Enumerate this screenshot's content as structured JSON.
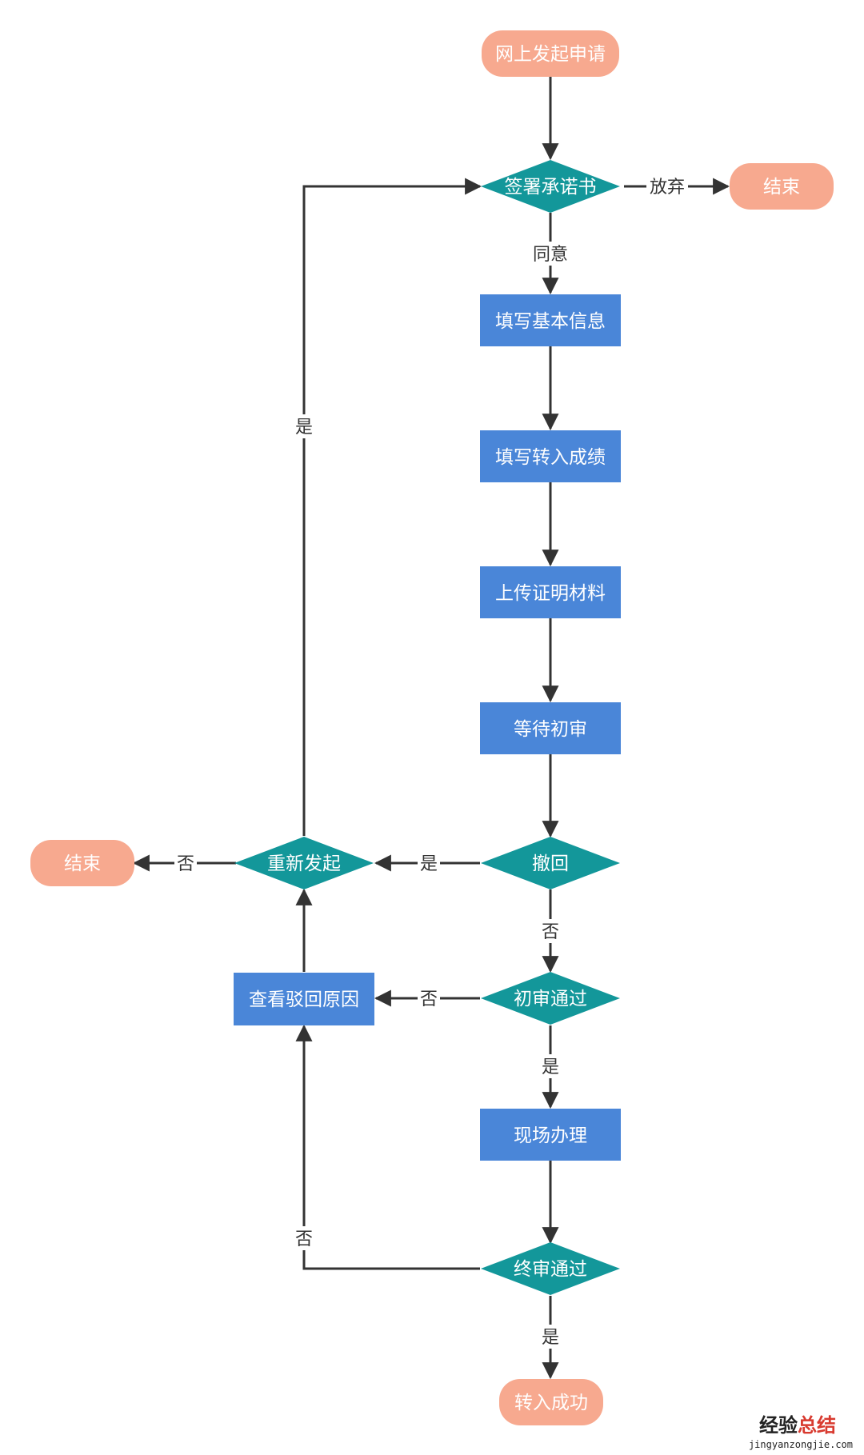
{
  "colors": {
    "terminal": "#f7a98f",
    "process": "#4a86d8",
    "decision": "#13979a",
    "edge": "#333333",
    "label_text": "#333333",
    "watermark_accent": "#d83a2f"
  },
  "nodes": {
    "start": "网上发起申请",
    "sign_pledge": "签署承诺书",
    "end_right": "结束",
    "fill_info": "填写基本信息",
    "fill_grades": "填写转入成绩",
    "upload": "上传证明材料",
    "wait_review": "等待初审",
    "withdraw": "撤回",
    "restart": "重新发起",
    "end_left": "结束",
    "view_reason": "查看驳回原因",
    "initial_pass": "初审通过",
    "onsite": "现场办理",
    "final_pass": "终审通过",
    "success": "转入成功"
  },
  "edge_labels": {
    "abandon": "放弃",
    "agree": "同意",
    "restart_yes": "是",
    "withdraw_yes": "是",
    "restart_no": "否",
    "withdraw_no": "否",
    "initial_no": "否",
    "initial_yes": "是",
    "final_no": "否",
    "final_yes": "是"
  },
  "watermark": {
    "title_a": "经验",
    "title_b": "总结",
    "url": "jingyanzongjie.com"
  }
}
